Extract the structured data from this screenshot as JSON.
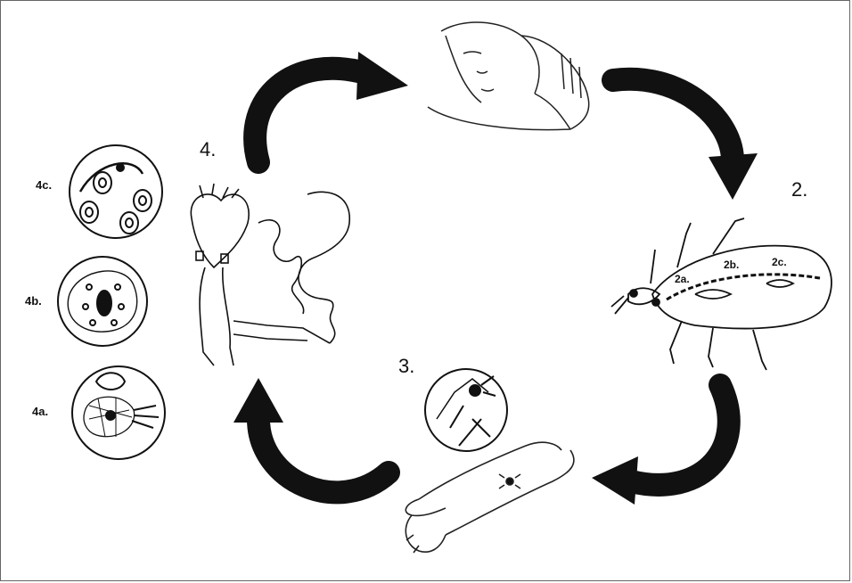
{
  "labels": {
    "step2": "2.",
    "step3": "3.",
    "step4": "4.",
    "step4a": "4a.",
    "step4b": "4b.",
    "step4c": "4c.",
    "bug2a": "2a.",
    "bug2b": "2b.",
    "bug2c": "2c."
  },
  "icons": [
    "sleeping-woman-illustration",
    "triatomine-bug-illustration",
    "bitten-arm-illustration",
    "bite-magnified-circle",
    "heart-illustration",
    "digestive-tract-illustration",
    "muscle-cell-circle",
    "infected-cell-circle",
    "blood-cells-circle",
    "cycle-arrow-icon"
  ],
  "colors": {
    "ink": "#111111",
    "background": "#ffffff"
  }
}
